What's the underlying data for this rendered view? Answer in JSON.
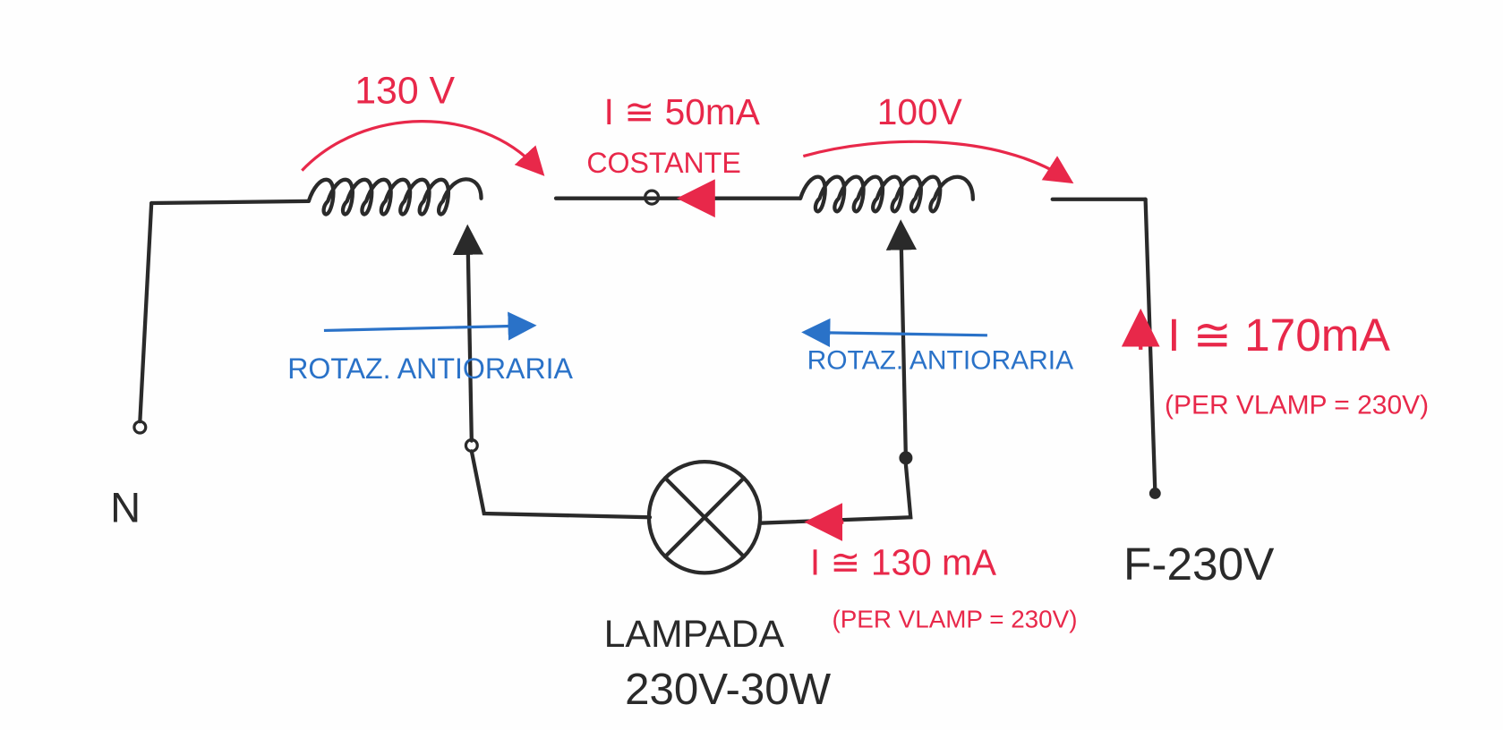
{
  "diagram": {
    "left_coil_voltage": "130 V",
    "middle_current": "I ≅ 50mA",
    "middle_current_note": "COSTANTE",
    "right_coil_voltage": "100V",
    "left_rotation": "ROTAZ. ANTIORARIA",
    "right_rotation": "ROTAZ. ANTIORARIA",
    "line_current": "I ≅ 170mA",
    "line_current_note": "(PER VLAMP = 230V)",
    "lamp_current": "I ≅ 130 mA",
    "lamp_current_note": "(PER VLAMP = 230V)",
    "neutral_label": "N",
    "phase_label": "F-230V",
    "lamp_label": "LAMPADA",
    "lamp_rating": "230V-30W"
  },
  "colors": {
    "ink": "#2a2a2a",
    "red": "#e8284a",
    "blue": "#2a72c8"
  }
}
